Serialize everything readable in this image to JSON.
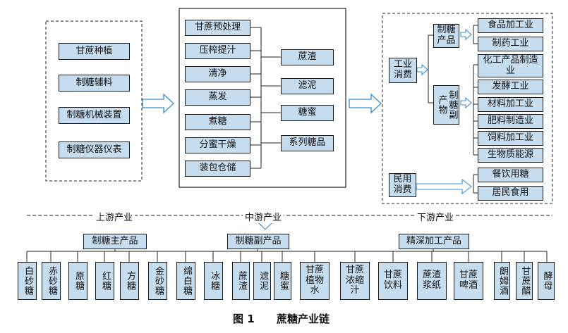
{
  "left_group": {
    "items": [
      "甘蔗种植",
      "制糖辅料",
      "制糖机械装置",
      "制糖仪器仪表"
    ]
  },
  "middle_group": {
    "processes": [
      "甘蔗预处理",
      "压榨提汁",
      "清净",
      "蒸发",
      "煮糖",
      "分蜜干燥",
      "装包仓储"
    ],
    "outputs": [
      "蔗渣",
      "滤泥",
      "糖蜜",
      "系列糖品"
    ]
  },
  "right_group": {
    "industrial": "工业消费",
    "main_products": "制糖产品",
    "by_products": "制糖副产物",
    "main_uses": [
      "食品加工业",
      "制药工业"
    ],
    "by_uses": [
      "化工产品制造业",
      "发酵工业",
      "材料加工业",
      "肥料制造业",
      "饲料加工业",
      "生物质能源"
    ],
    "civil": "民用消费",
    "civil_uses": [
      "餐饮用糖",
      "居民食用"
    ]
  },
  "stages": {
    "upstream": "上游产业",
    "midstream": "中游产业",
    "downstream": "下游产业"
  },
  "categories": {
    "main": "制糖主产品",
    "by": "制糖副产品",
    "deep": "精深加工产品"
  },
  "main_products": [
    "白砂糖",
    "赤砂糖",
    "原糖",
    "红糖",
    "方糖",
    "金砂糖",
    "绵白糖",
    "冰糖"
  ],
  "by_products": [
    "蔗渣",
    "滤泥",
    "糖蜜"
  ],
  "deep_products": [
    "甘蔗植物水",
    "甘蔗浓缩汁",
    "甘蔗饮料",
    "蔗渣浆纸",
    "甘蔗啤酒",
    "朗姆酒",
    "甘蔗醋",
    "酵母"
  ],
  "caption": {
    "label": "图 1",
    "title": "蔗糖产业链"
  }
}
